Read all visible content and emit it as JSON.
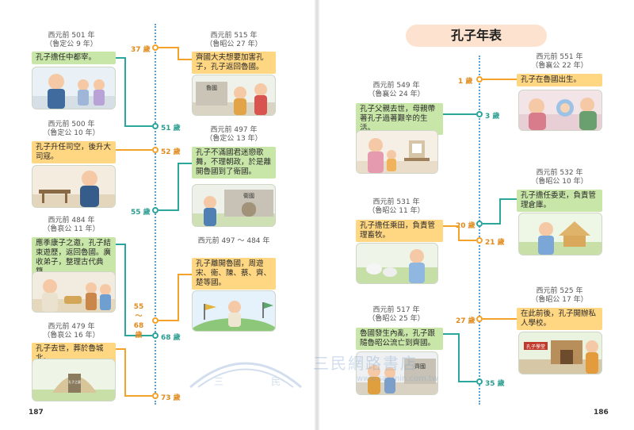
{
  "title": "孔子年表",
  "page_numbers": {
    "left": "187",
    "right": "186"
  },
  "watermark": {
    "text": "三民網路書店",
    "url": "www.sanmin.com.tw",
    "char1": "三",
    "char2": "民"
  },
  "right_entries": [
    {
      "date": "西元前 551 年",
      "era": "（魯襄公 22 年）",
      "text": "孔子在魯國出生。",
      "age": "1 歲"
    },
    {
      "date": "西元前 549 年",
      "era": "（魯襄公 24 年）",
      "text": "孔子父親去世，母親帶著孔子過著艱辛的生活。",
      "age": "3 歲"
    },
    {
      "date": "西元前 532 年",
      "era": "（魯昭公 10 年）",
      "text": "孔子擔任委吏，負責管理倉庫。",
      "age": "20 歲"
    },
    {
      "date": "西元前 531 年",
      "era": "（魯昭公 11 年）",
      "text": "孔子擔任乘田，負責管理畜牧。",
      "age": "21 歲"
    },
    {
      "date": "西元前 525 年",
      "era": "（魯昭公 17 年）",
      "text": "在此前後，孔子開辦私人學校。",
      "age": "27 歲"
    },
    {
      "date": "西元前 517 年",
      "era": "（魯昭公 25 年）",
      "text": "魯國發生內亂，孔子跟隨魯昭公流亡到齊國。",
      "age": "35 歲"
    }
  ],
  "left_entries": [
    {
      "date": "西元前 501 年",
      "era": "（魯定公 9 年）",
      "text": "孔子擔任中都宰。",
      "age": "51 歲"
    },
    {
      "date": "西元前 515 年",
      "era": "（魯昭公 27 年）",
      "text": "齊國大夫想要加害孔子，孔子返回魯國。",
      "age": "37 歲"
    },
    {
      "date": "西元前 500 年",
      "era": "（魯定公 10 年）",
      "text": "孔子升任司空，後升大司寇。",
      "age": "52 歲"
    },
    {
      "date": "西元前 497 年",
      "era": "（魯定公 13 年）",
      "text": "孔子不滿國君迷戀歌舞，不理朝政，於是離開魯國到了衛國。",
      "age": "55 歲"
    },
    {
      "date": "西元前 484 年",
      "era": "（魯哀公 11 年）",
      "text": "應季康子之邀，孔子結束遊歷，返回魯國。廣收弟子，整理古代典籍。",
      "age": "68 歲"
    },
    {
      "date": "西元前 497 ～ 484 年",
      "era": "",
      "text": "孔子離開魯國，周遊宋、衛、陳、蔡、齊、楚等國。",
      "age": "55 ～ 68 歲"
    },
    {
      "date": "西元前 479 年",
      "era": "（魯哀公 16 年）",
      "text": "孔子去世，葬於魯城北。",
      "age": "73 歲"
    }
  ],
  "illustration_labels": {
    "lu_gate": "魯國",
    "wei_gate": "衛國",
    "qi_gate": "齊國",
    "school_sign": "孔子學堂",
    "tomb": "孔子之墓"
  }
}
